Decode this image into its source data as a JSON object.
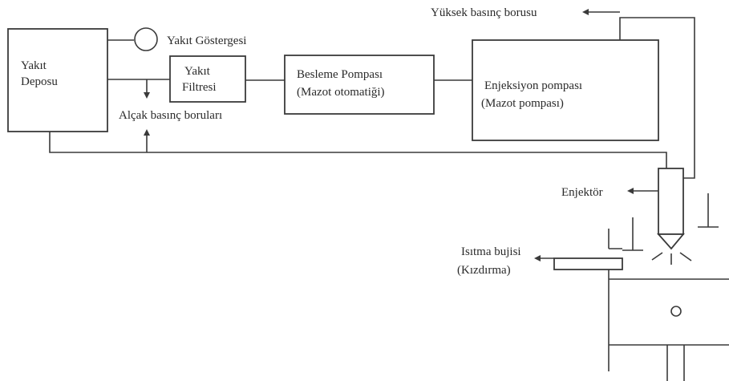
{
  "labels": {
    "tank_line1": "Yakıt",
    "tank_line2": "Deposu",
    "gauge": "Yakıt Göstergesi",
    "filter_line1": "Yakıt",
    "filter_line2": "Filtresi",
    "feed_pump_line1": "Besleme Pompası",
    "feed_pump_line2": "(Mazot otomatiği)",
    "injection_pump_line1": "Enjeksiyon pompası",
    "injection_pump_line2": "(Mazot pompası)",
    "high_pressure": "Yüksek basınç borusu",
    "low_pressure": "Alçak basınç boruları",
    "injector": "Enjektör",
    "glow_plug_line1": "Isıtma bujisi",
    "glow_plug_line2": "(Kızdırma)"
  },
  "colors": {
    "line": "#3a3a3a",
    "text": "#2a2a2a",
    "background": "#ffffff"
  }
}
